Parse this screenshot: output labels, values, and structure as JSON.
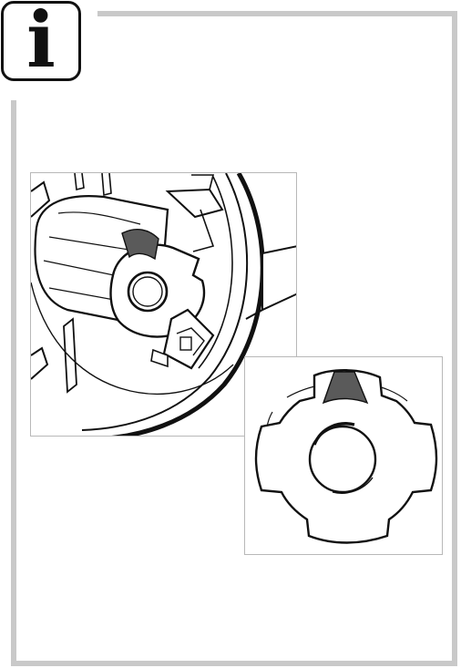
{
  "page": {
    "info_icon": {
      "glyph": "i",
      "icon": "information-icon"
    },
    "illustrations": {
      "main": {
        "icon": "hose-reel-hub-illustration"
      },
      "detail": {
        "icon": "hub-plate-detail-illustration",
        "marker_color": "#5a5a5a"
      }
    },
    "colors": {
      "frame": "#c9c9c9",
      "ink": "#111111",
      "marker": "#5a5a5a"
    }
  }
}
